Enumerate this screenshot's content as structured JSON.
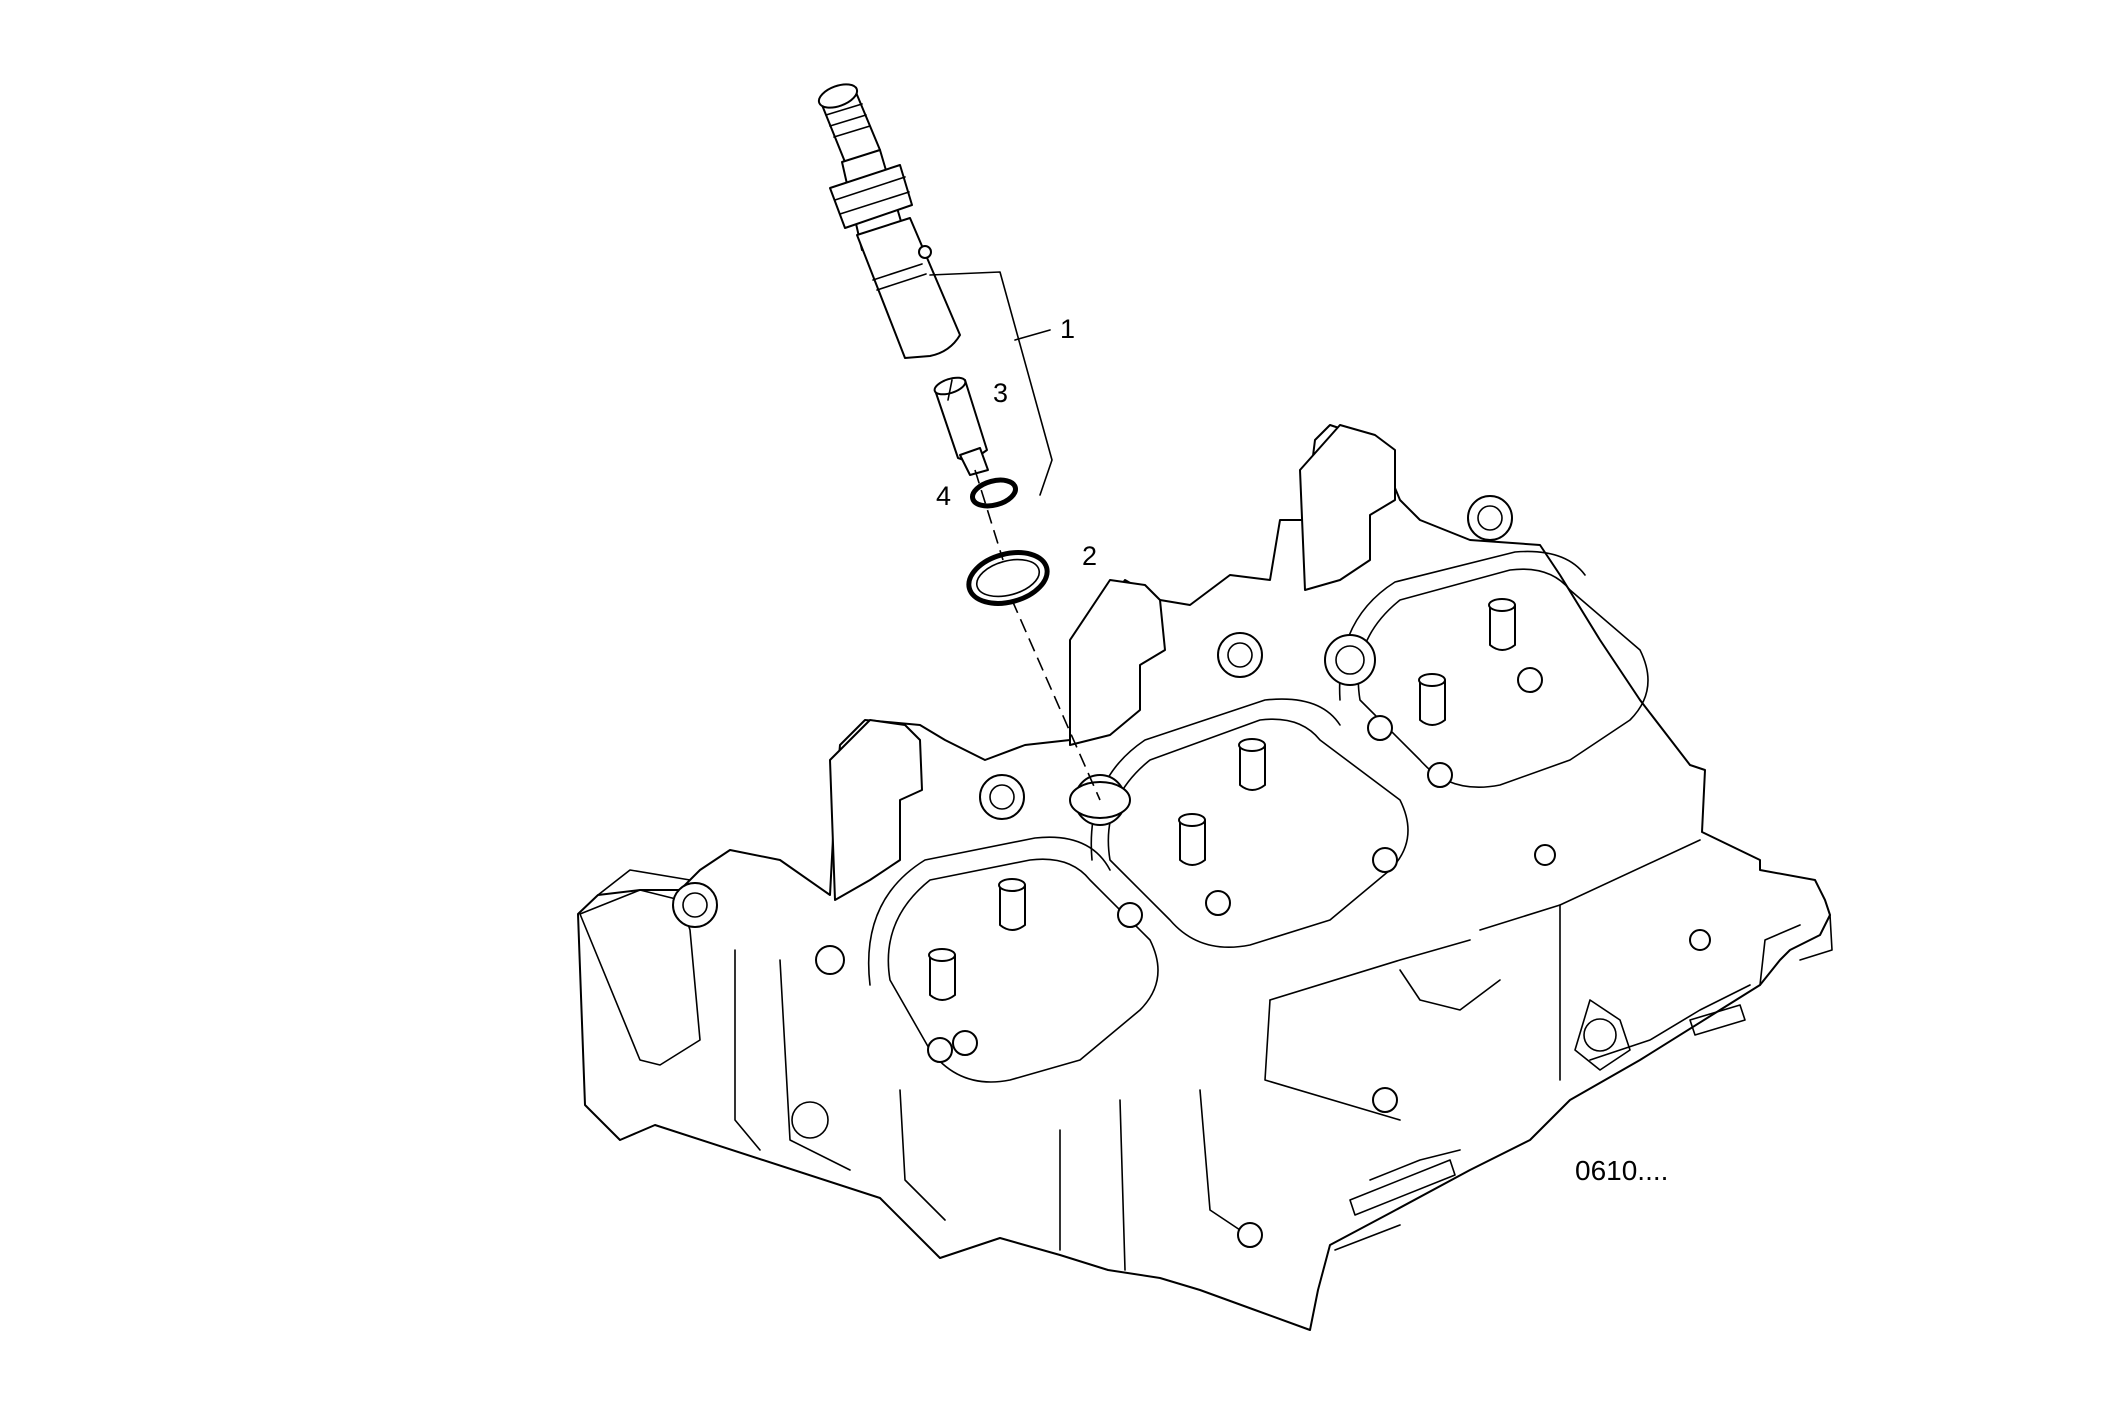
{
  "callouts": [
    {
      "number": "1",
      "part": "injector-assembly"
    },
    {
      "number": "2",
      "part": "sealing-ring"
    },
    {
      "number": "3",
      "part": "nozzle"
    },
    {
      "number": "4",
      "part": "o-ring"
    }
  ],
  "drawing_code": "0610...."
}
